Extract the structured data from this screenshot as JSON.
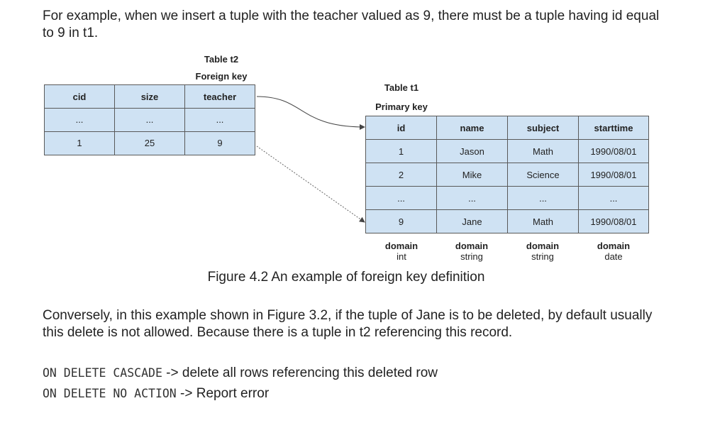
{
  "intro_text": "For example, when we insert a tuple with the teacher valued as 9, there must be a tuple having id equal to 9 in t1.",
  "table_t2": {
    "title": "Table t2",
    "key_label": "Foreign key",
    "headers": [
      "cid",
      "size",
      "teacher"
    ],
    "rows": [
      [
        "...",
        "...",
        "..."
      ],
      [
        "1",
        "25",
        "9"
      ]
    ]
  },
  "table_t1": {
    "title": "Table t1",
    "key_label": "Primary key",
    "headers": [
      "id",
      "name",
      "subject",
      "starttime"
    ],
    "rows": [
      [
        "1",
        "Jason",
        "Math",
        "1990/08/01"
      ],
      [
        "2",
        "Mike",
        "Science",
        "1990/08/01"
      ],
      [
        "...",
        "...",
        "...",
        "..."
      ],
      [
        "9",
        "Jane",
        "Math",
        "1990/08/01"
      ]
    ],
    "domains": [
      {
        "label": "domain",
        "type": "int"
      },
      {
        "label": "domain",
        "type": "string"
      },
      {
        "label": "domain",
        "type": "string"
      },
      {
        "label": "domain",
        "type": "date"
      }
    ]
  },
  "caption": "Figure 4.2 An example of foreign key definition",
  "delete_text": "Conversely, in this example shown in Figure 3.2, if the tuple of Jane is to be deleted, by default usually this delete is not allowed. Because there is a tuple in t2 referencing this record.",
  "options": [
    {
      "code": "ON DELETE CASCADE",
      "description": " -> delete all rows referencing this deleted row"
    },
    {
      "code": "ON DELETE NO ACTION",
      "description": " -> Report error"
    }
  ]
}
